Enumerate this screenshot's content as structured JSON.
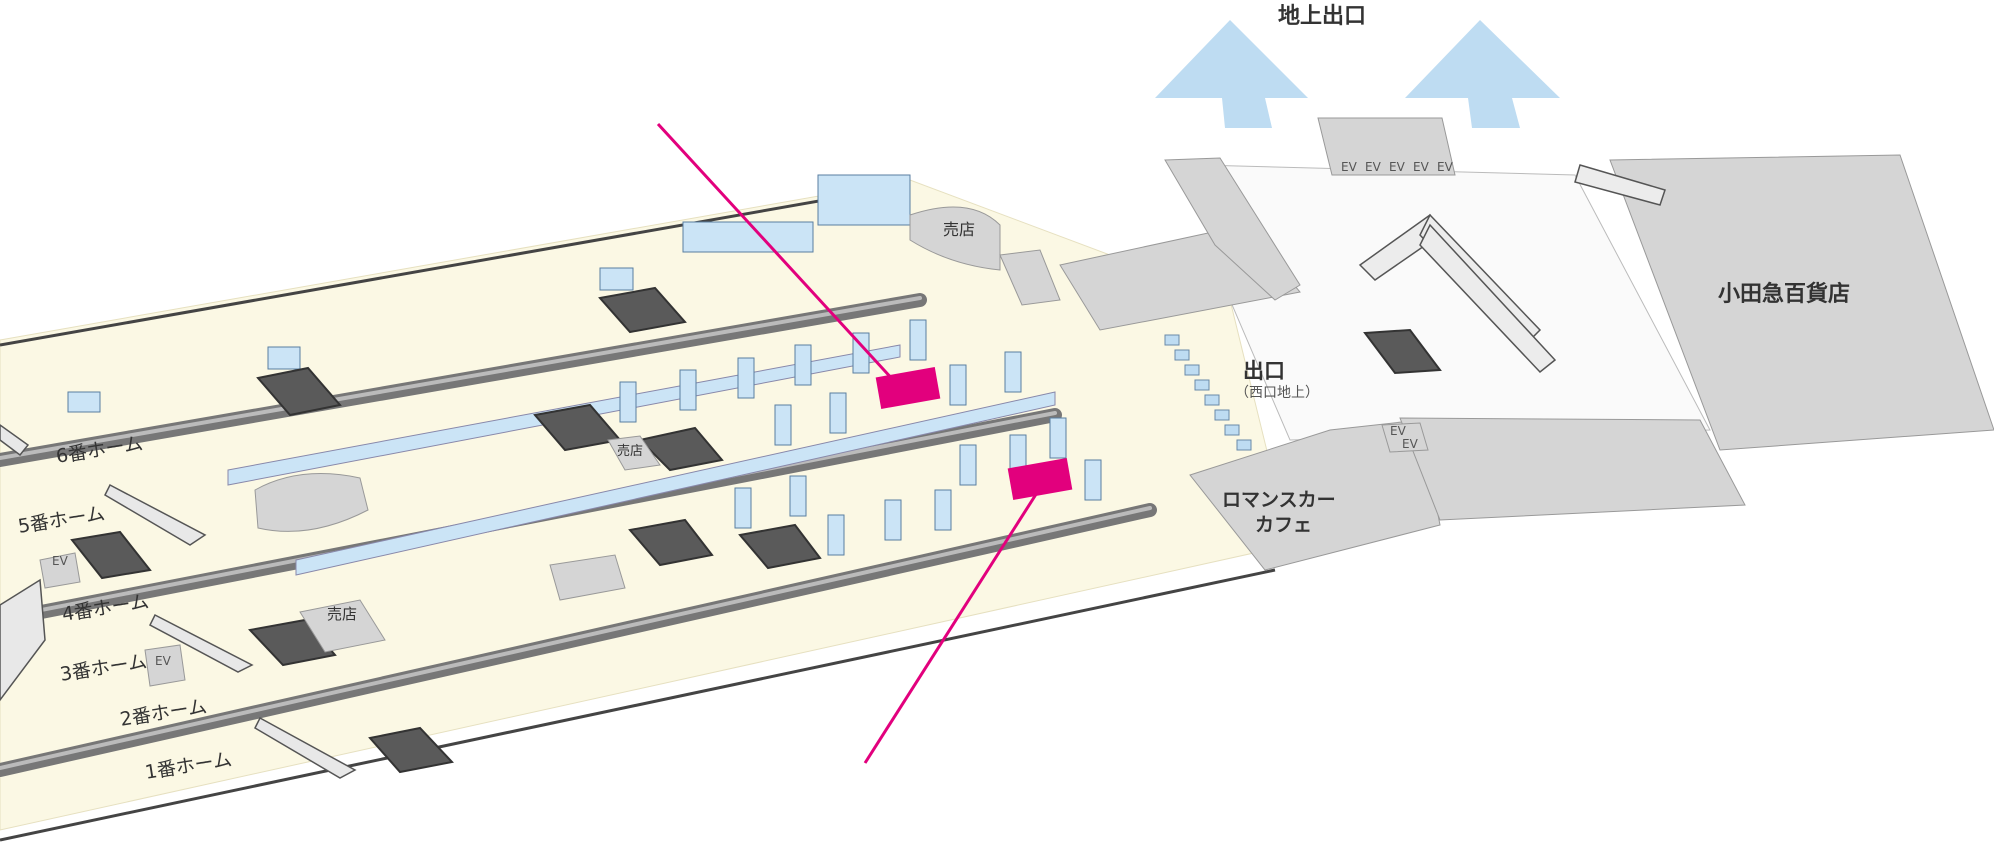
{
  "colors": {
    "floor": "#fbf8e4",
    "track": "#7a7a7a",
    "structure": "#d5d5d5",
    "arrow": "#bedcf2",
    "accent": "#e2007d",
    "glass": "#cbe4f6"
  },
  "icons": {
    "camera": "camera-icon",
    "escalator": "escalator-icon",
    "stairs": "stairs-icon",
    "exit_arrow": "exit-arrow-icon"
  },
  "labels": {
    "ground_exit": "地上出口",
    "exit": "出口",
    "exit_sub": "（西口地上）",
    "department_store": "小田急百貨店",
    "cafe_line1": "ロマンスカー",
    "cafe_line2": "カフェ",
    "kiosk": "売店",
    "ev": "EV"
  },
  "platforms": [
    {
      "label": "6番ホーム"
    },
    {
      "label": "5番ホーム"
    },
    {
      "label": "4番ホーム"
    },
    {
      "label": "3番ホーム"
    },
    {
      "label": "2番ホーム"
    },
    {
      "label": "1番ホーム"
    }
  ]
}
